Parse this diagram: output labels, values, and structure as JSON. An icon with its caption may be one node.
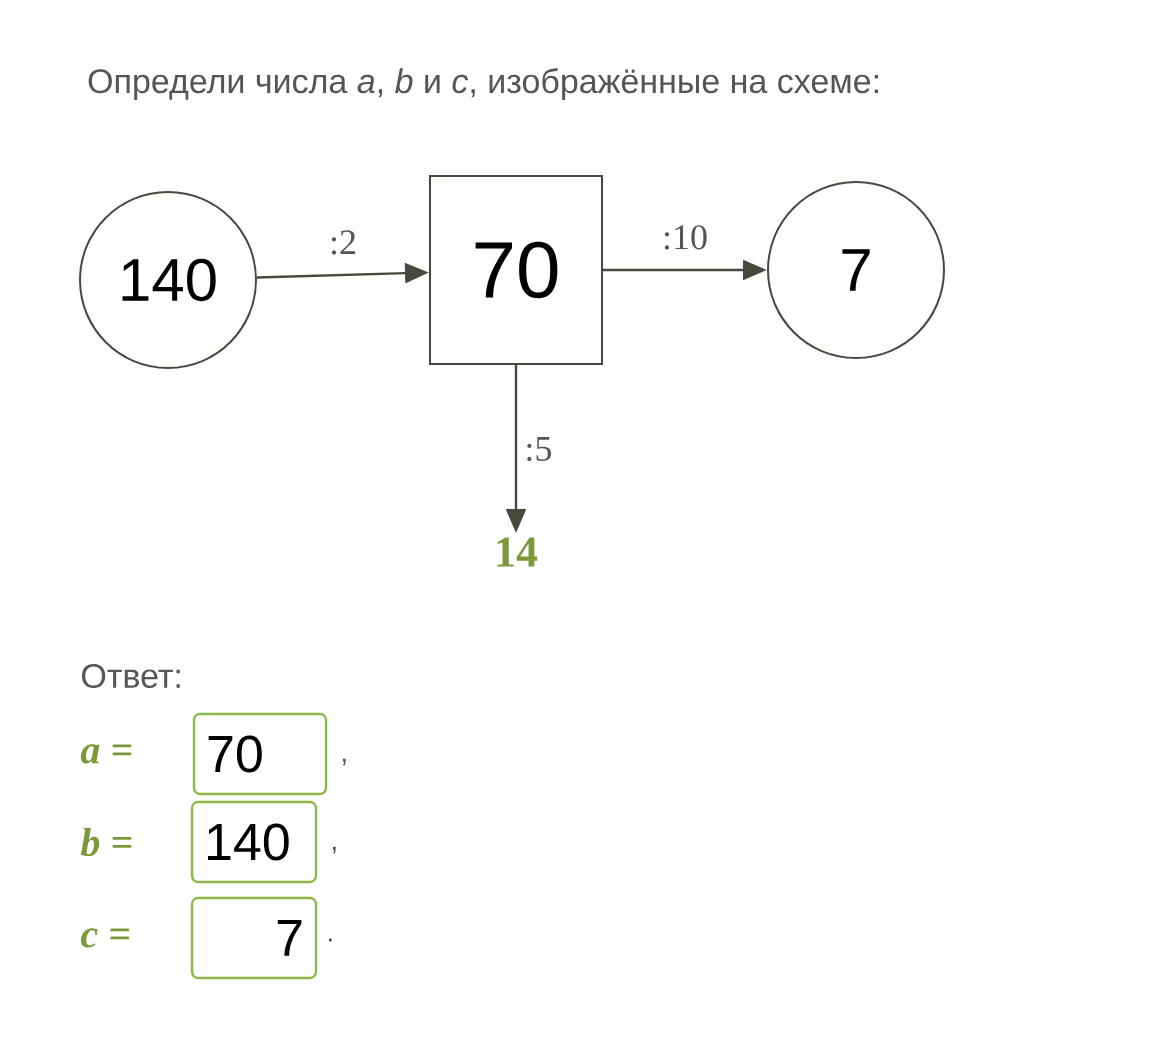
{
  "diagram": {
    "title": "Определи числа *a*, *b* и *c*, изображённые на схеме:",
    "nodes": [
      {
        "text": [
          "140"
        ]
      },
      {
        "text": [
          "70"
        ]
      },
      {
        "text": [
          "7"
        ]
      },
      {
        "text": [
          "14"
        ]
      }
    ],
    "edges": [
      {
        "from": 0,
        "to": 1,
        "arrow": "to",
        "label": ":2"
      },
      {
        "from": 1,
        "to": 2,
        "arrow": "to",
        "label": ":10"
      },
      {
        "from": 1,
        "to": 3,
        "arrow": "to",
        "label": ":5"
      }
    ],
    "labels": [
      "Ответ:",
      "a =",
      "70",
      ",",
      "b =",
      "140",
      ",",
      "c =",
      "7",
      "."
    ]
  }
}
